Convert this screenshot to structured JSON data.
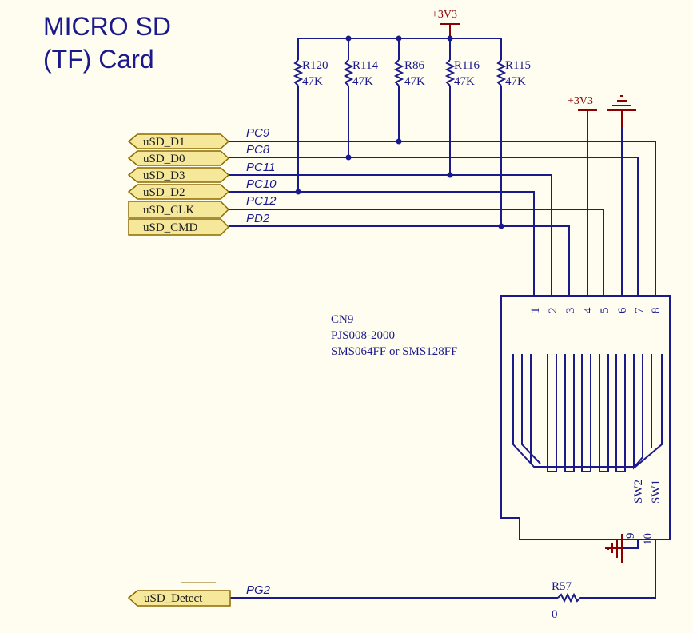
{
  "title_lines": [
    "MICRO SD",
    "(TF) Card"
  ],
  "power_label": "+3V3",
  "pullups": [
    {
      "ref": "R120",
      "value": "47K"
    },
    {
      "ref": "R114",
      "value": "47K"
    },
    {
      "ref": "R86",
      "value": "47K"
    },
    {
      "ref": "R116",
      "value": "47K"
    },
    {
      "ref": "R115",
      "value": "47K"
    }
  ],
  "ports": [
    {
      "label": "uSD_D1",
      "net": "PC9"
    },
    {
      "label": "uSD_D0",
      "net": "PC8"
    },
    {
      "label": "uSD_D3",
      "net": "PC11"
    },
    {
      "label": "uSD_D2",
      "net": "PC10"
    },
    {
      "label": "uSD_CLK",
      "net": "PC12"
    },
    {
      "label": "uSD_CMD",
      "net": "PD2"
    }
  ],
  "detect": {
    "label": "uSD_Detect",
    "net": "PG2"
  },
  "connector": {
    "ref": "CN9",
    "part": "PJS008-2000",
    "desc": "SMS064FF or SMS128FF",
    "pins": [
      "1",
      "2",
      "3",
      "4",
      "5",
      "6",
      "7",
      "8"
    ],
    "switch_labels": [
      "SW2",
      "SW1"
    ],
    "switch_pins": [
      "9",
      "10"
    ]
  },
  "r57": {
    "ref": "R57",
    "value": "0"
  }
}
